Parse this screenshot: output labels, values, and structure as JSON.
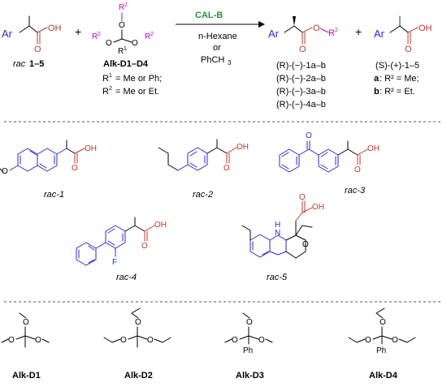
{
  "colors": {
    "aryl": "#2a2acc",
    "acid": "#c0392b",
    "r_group": "#c800c8",
    "catalyst": "#1a9a3a",
    "text": "#000000"
  },
  "reaction": {
    "ar": "Ar",
    "oh": "OH",
    "o": "O",
    "r1": "R",
    "r1_sup": "1",
    "r2": "R",
    "r2_sup": "2",
    "plus": "+",
    "substrate_prefix": "rac",
    "substrate_range": "1–5",
    "donor_label": "Alk-D1–D4",
    "catalyst": "CAL-B",
    "solvent1": "n-Hexane",
    "or": "or",
    "solvent2": "PhCH",
    "solvent2_sub": "3",
    "r1_def": "= Me or Ph;",
    "r2_def": "= Me or Et.",
    "esters": [
      "(R)-(−)-1a–b",
      "(R)-(−)-2a–b",
      "(R)-(−)-3a–b",
      "(R)-(−)-4a–b"
    ],
    "acid_product": "(S)-(+)-1–5",
    "legend_a_key": "a",
    "legend_a_val": ": R² = Me;",
    "legend_b_key": "b",
    "legend_b_val": ": R² = Et."
  },
  "substrates": {
    "s1": "rac-1",
    "s2": "rac-2",
    "s3": "rac-3",
    "s4": "rac-4",
    "s5": "rac-5",
    "f": "F",
    "nh": "N",
    "h": "H"
  },
  "donors": {
    "d1": "Alk-D1",
    "d2": "Alk-D2",
    "d3": "Alk-D3",
    "d4": "Alk-D4",
    "ph": "Ph"
  }
}
